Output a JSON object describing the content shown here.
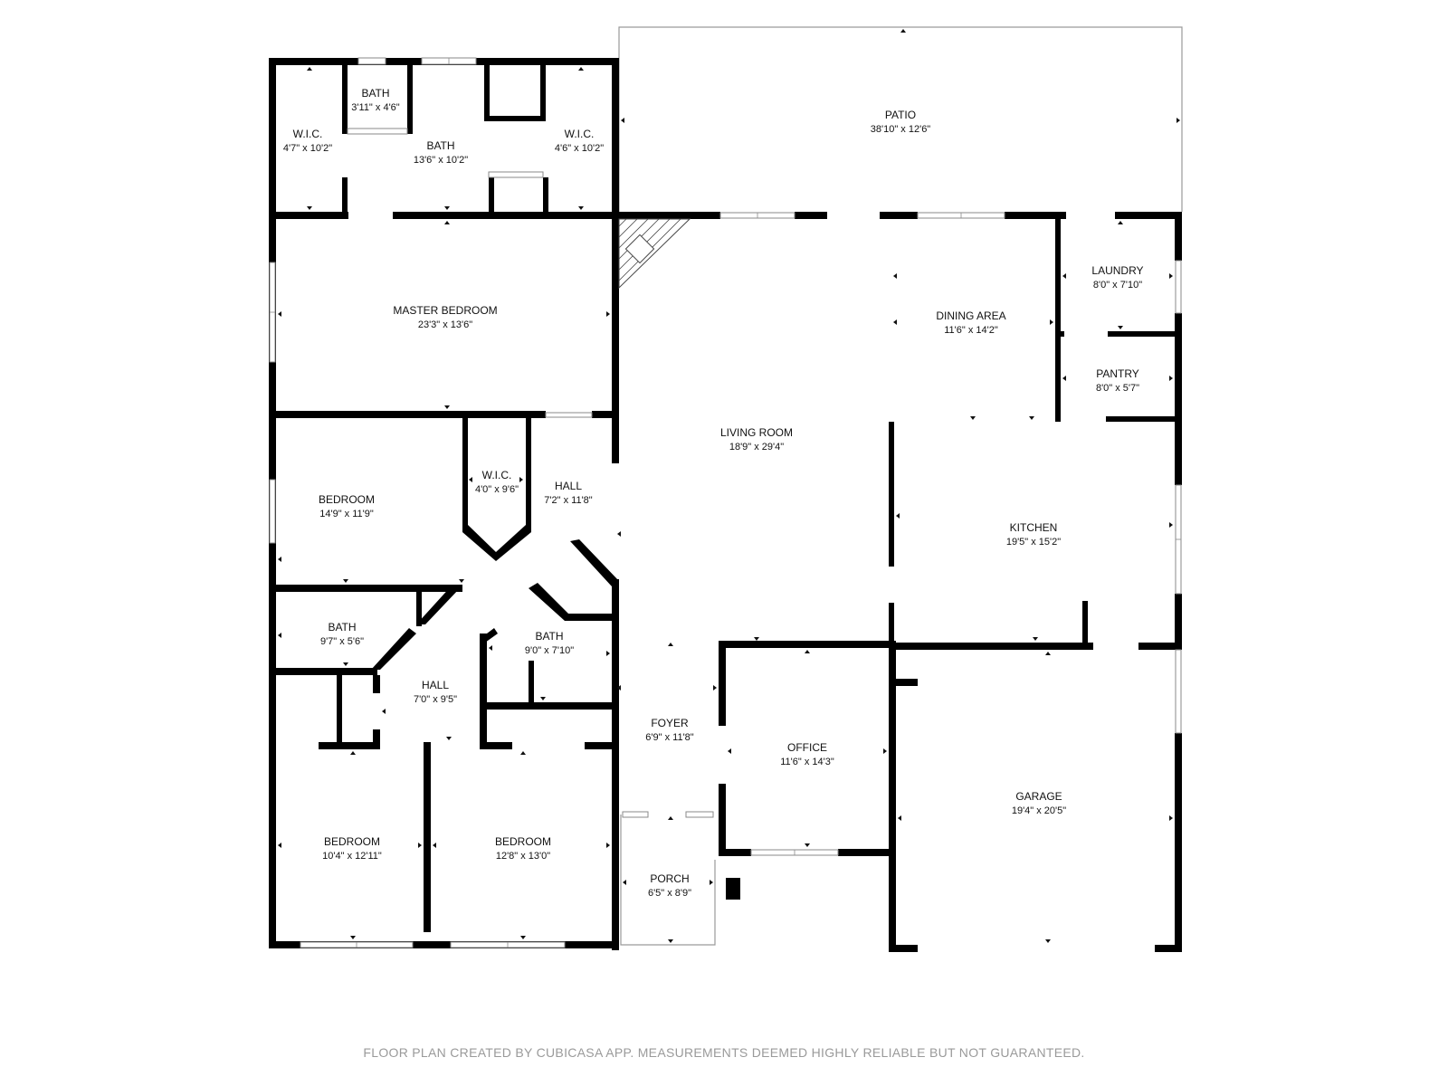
{
  "rooms": [
    {
      "id": "patio",
      "name": "PATIO",
      "dims": "38'10\" x 12'6\""
    },
    {
      "id": "wic1",
      "name": "W.I.C.",
      "dims": "4'7\" x 10'2\""
    },
    {
      "id": "bath_small",
      "name": "BATH",
      "dims": "3'11\" x 4'6\""
    },
    {
      "id": "bath_master",
      "name": "BATH",
      "dims": "13'6\" x 10'2\""
    },
    {
      "id": "wic2",
      "name": "W.I.C.",
      "dims": "4'6\" x 10'2\""
    },
    {
      "id": "master_bedroom",
      "name": "MASTER BEDROOM",
      "dims": "23'3\" x 13'6\""
    },
    {
      "id": "laundry",
      "name": "LAUNDRY",
      "dims": "8'0\" x 7'10\""
    },
    {
      "id": "dining",
      "name": "DINING AREA",
      "dims": "11'6\" x 14'2\""
    },
    {
      "id": "pantry",
      "name": "PANTRY",
      "dims": "8'0\" x 5'7\""
    },
    {
      "id": "living",
      "name": "LIVING ROOM",
      "dims": "18'9\" x 29'4\""
    },
    {
      "id": "bedroom1",
      "name": "BEDROOM",
      "dims": "14'9\" x 11'9\""
    },
    {
      "id": "wic3",
      "name": "W.I.C.",
      "dims": "4'0\" x 9'6\""
    },
    {
      "id": "hall1",
      "name": "HALL",
      "dims": "7'2\" x 11'8\""
    },
    {
      "id": "kitchen",
      "name": "KITCHEN",
      "dims": "19'5\" x 15'2\""
    },
    {
      "id": "bath2",
      "name": "BATH",
      "dims": "9'7\" x 5'6\""
    },
    {
      "id": "bath3",
      "name": "BATH",
      "dims": "9'0\" x 7'10\""
    },
    {
      "id": "hall2",
      "name": "HALL",
      "dims": "7'0\" x 9'5\""
    },
    {
      "id": "foyer",
      "name": "FOYER",
      "dims": "6'9\" x 11'8\""
    },
    {
      "id": "office",
      "name": "OFFICE",
      "dims": "11'6\" x 14'3\""
    },
    {
      "id": "garage",
      "name": "GARAGE",
      "dims": "19'4\" x 20'5\""
    },
    {
      "id": "bedroom2",
      "name": "BEDROOM",
      "dims": "10'4\" x 12'11\""
    },
    {
      "id": "bedroom3",
      "name": "BEDROOM",
      "dims": "12'8\" x 13'0\""
    },
    {
      "id": "porch",
      "name": "PORCH",
      "dims": "6'5\" x 8'9\""
    }
  ],
  "footer": "FLOOR PLAN CREATED BY CUBICASA APP. MEASUREMENTS DEEMED HIGHLY RELIABLE BUT NOT GUARANTEED."
}
